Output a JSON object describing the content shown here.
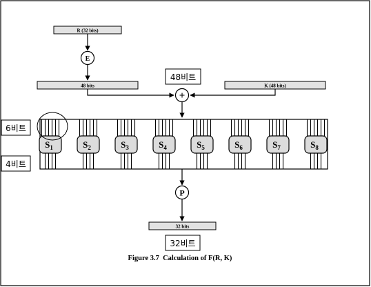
{
  "diagram": {
    "top_input_label": "R (32 bits)",
    "expansion_symbol": "E",
    "expanded_label": "48 bits",
    "key_label": "K (48 bits)",
    "xor_symbol": "+",
    "permutation_symbol": "P",
    "output_label": "32 bits",
    "caption": "Figure 3.7  Calculation of F(R, K)",
    "sboxes": [
      {
        "letter": "S",
        "index": "1"
      },
      {
        "letter": "S",
        "index": "2"
      },
      {
        "letter": "S",
        "index": "3"
      },
      {
        "letter": "S",
        "index": "4"
      },
      {
        "letter": "S",
        "index": "5"
      },
      {
        "letter": "S",
        "index": "6"
      },
      {
        "letter": "S",
        "index": "7"
      },
      {
        "letter": "S",
        "index": "8"
      }
    ]
  },
  "annotations": {
    "bits48": "48비트",
    "bits6": "6비트",
    "bits4": "4비트",
    "bits32": "32비트"
  },
  "colors": {
    "bar_fill": "#e2e2e2",
    "sbox_fill": "#dcdcdc",
    "stroke": "#000000"
  }
}
